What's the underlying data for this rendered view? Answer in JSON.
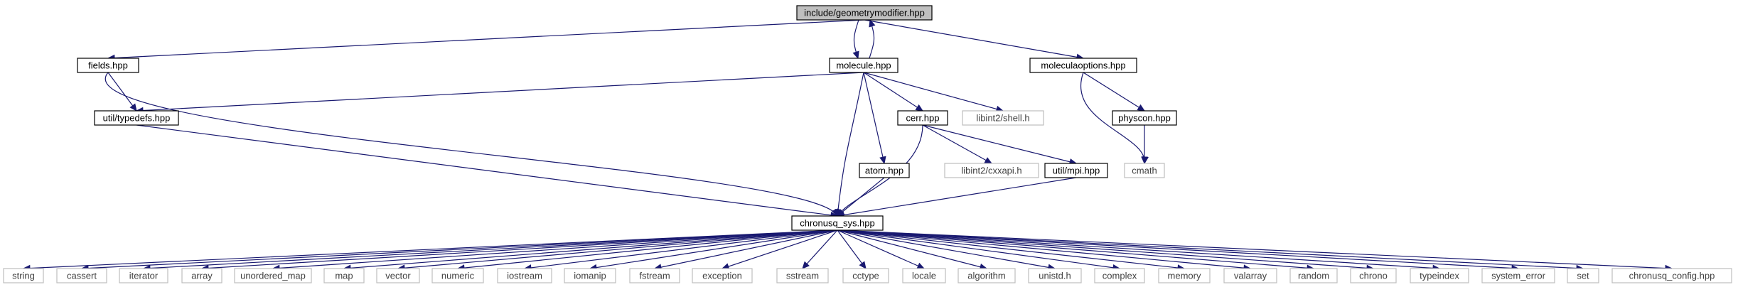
{
  "graph": {
    "colors": {
      "edge": "#191970",
      "root_fill": "#bfbfbf",
      "node_border": "#000000",
      "external_border": "#bfbfbf"
    },
    "nodes": [
      {
        "id": "root",
        "label": "include/geometrymodifier.hpp",
        "kind": "root"
      },
      {
        "id": "fields",
        "label": "fields.hpp",
        "kind": "file"
      },
      {
        "id": "molecule",
        "label": "molecule.hpp",
        "kind": "file"
      },
      {
        "id": "molopts",
        "label": "moleculaoptions.hpp",
        "kind": "file"
      },
      {
        "id": "typedefs",
        "label": "util/typedefs.hpp",
        "kind": "file"
      },
      {
        "id": "cerr",
        "label": "cerr.hpp",
        "kind": "file"
      },
      {
        "id": "shell",
        "label": "libint2/shell.h",
        "kind": "external"
      },
      {
        "id": "physcon",
        "label": "physcon.hpp",
        "kind": "file"
      },
      {
        "id": "atom",
        "label": "atom.hpp",
        "kind": "file"
      },
      {
        "id": "cxxapi",
        "label": "libint2/cxxapi.h",
        "kind": "external"
      },
      {
        "id": "mpi",
        "label": "util/mpi.hpp",
        "kind": "file"
      },
      {
        "id": "cmath",
        "label": "cmath",
        "kind": "external"
      },
      {
        "id": "sys",
        "label": "chronusq_sys.hpp",
        "kind": "file"
      },
      {
        "id": "string",
        "label": "string",
        "kind": "external"
      },
      {
        "id": "cassert",
        "label": "cassert",
        "kind": "external"
      },
      {
        "id": "iterator",
        "label": "iterator",
        "kind": "external"
      },
      {
        "id": "array",
        "label": "array",
        "kind": "external"
      },
      {
        "id": "unordered_map",
        "label": "unordered_map",
        "kind": "external"
      },
      {
        "id": "map",
        "label": "map",
        "kind": "external"
      },
      {
        "id": "vector",
        "label": "vector",
        "kind": "external"
      },
      {
        "id": "numeric",
        "label": "numeric",
        "kind": "external"
      },
      {
        "id": "iostream",
        "label": "iostream",
        "kind": "external"
      },
      {
        "id": "iomanip",
        "label": "iomanip",
        "kind": "external"
      },
      {
        "id": "fstream",
        "label": "fstream",
        "kind": "external"
      },
      {
        "id": "exception",
        "label": "exception",
        "kind": "external"
      },
      {
        "id": "sstream",
        "label": "sstream",
        "kind": "external"
      },
      {
        "id": "cctype",
        "label": "cctype",
        "kind": "external"
      },
      {
        "id": "locale",
        "label": "locale",
        "kind": "external"
      },
      {
        "id": "algorithm",
        "label": "algorithm",
        "kind": "external"
      },
      {
        "id": "unistd",
        "label": "unistd.h",
        "kind": "external"
      },
      {
        "id": "complex",
        "label": "complex",
        "kind": "external"
      },
      {
        "id": "memory",
        "label": "memory",
        "kind": "external"
      },
      {
        "id": "valarray",
        "label": "valarray",
        "kind": "external"
      },
      {
        "id": "random",
        "label": "random",
        "kind": "external"
      },
      {
        "id": "chrono",
        "label": "chrono",
        "kind": "external"
      },
      {
        "id": "typeindex",
        "label": "typeindex",
        "kind": "external"
      },
      {
        "id": "system_error",
        "label": "system_error",
        "kind": "external"
      },
      {
        "id": "set",
        "label": "set",
        "kind": "external"
      },
      {
        "id": "config",
        "label": "chronusq_config.hpp",
        "kind": "external"
      }
    ],
    "edges": [
      [
        "root",
        "fields"
      ],
      [
        "root",
        "molecule"
      ],
      [
        "molecule",
        "root"
      ],
      [
        "root",
        "molopts"
      ],
      [
        "fields",
        "typedefs"
      ],
      [
        "fields",
        "sys"
      ],
      [
        "molecule",
        "typedefs"
      ],
      [
        "molecule",
        "sys"
      ],
      [
        "molecule",
        "cerr"
      ],
      [
        "molecule",
        "shell"
      ],
      [
        "molecule",
        "atom"
      ],
      [
        "molopts",
        "physcon"
      ],
      [
        "molopts",
        "cmath"
      ],
      [
        "physcon",
        "cmath"
      ],
      [
        "typedefs",
        "sys"
      ],
      [
        "cerr",
        "sys"
      ],
      [
        "cerr",
        "cxxapi"
      ],
      [
        "cerr",
        "mpi"
      ],
      [
        "atom",
        "sys"
      ],
      [
        "mpi",
        "sys"
      ],
      [
        "sys",
        "string"
      ],
      [
        "sys",
        "cassert"
      ],
      [
        "sys",
        "iterator"
      ],
      [
        "sys",
        "array"
      ],
      [
        "sys",
        "unordered_map"
      ],
      [
        "sys",
        "map"
      ],
      [
        "sys",
        "vector"
      ],
      [
        "sys",
        "numeric"
      ],
      [
        "sys",
        "iostream"
      ],
      [
        "sys",
        "iomanip"
      ],
      [
        "sys",
        "fstream"
      ],
      [
        "sys",
        "exception"
      ],
      [
        "sys",
        "sstream"
      ],
      [
        "sys",
        "cctype"
      ],
      [
        "sys",
        "locale"
      ],
      [
        "sys",
        "algorithm"
      ],
      [
        "sys",
        "unistd"
      ],
      [
        "sys",
        "complex"
      ],
      [
        "sys",
        "memory"
      ],
      [
        "sys",
        "valarray"
      ],
      [
        "sys",
        "random"
      ],
      [
        "sys",
        "chrono"
      ],
      [
        "sys",
        "typeindex"
      ],
      [
        "sys",
        "system_error"
      ],
      [
        "sys",
        "set"
      ],
      [
        "sys",
        "config"
      ]
    ]
  }
}
